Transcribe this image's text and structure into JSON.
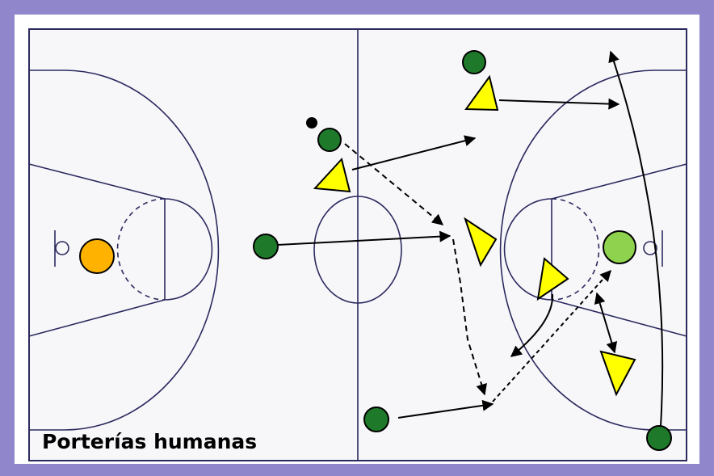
{
  "caption": "Porterías humanas",
  "colors": {
    "frame": "#8f86cc",
    "court": "#f7f7fa",
    "lines": "#2c2a5e",
    "green_player": "#1e7a2a",
    "light_green_player": "#8fd24d",
    "orange_player": "#ffb300",
    "defender": "#ffff00"
  },
  "icons": {
    "attacker": "green-circle",
    "defender": "yellow-triangle",
    "ball": "black-dot"
  }
}
